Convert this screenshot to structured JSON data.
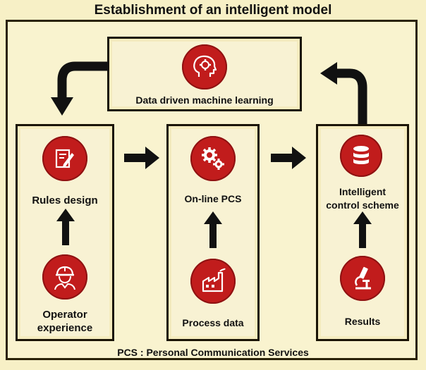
{
  "title": "Establishment of an intelligent model",
  "top_box": {
    "label": "Data driven machine learning",
    "icon": "brain-gear-icon"
  },
  "columns": [
    {
      "top_label": "Rules design",
      "top_icon": "edit-document-icon",
      "bottom_label_lines": [
        "Operator",
        "experience"
      ],
      "bottom_icon": "worker-helmet-icon"
    },
    {
      "top_label": "On-line PCS",
      "top_icon": "gears-icon",
      "bottom_label_lines": [
        "Process data"
      ],
      "bottom_icon": "factory-icon"
    },
    {
      "top_label_lines": [
        "Intelligent",
        "control scheme"
      ],
      "top_icon": "database-icon",
      "bottom_label_lines": [
        "Results"
      ],
      "bottom_icon": "microscope-icon"
    }
  ],
  "footer": "PCS : Personal Communication Services",
  "colors": {
    "accent_red": "#c11c1c",
    "background": "#f7f0c6",
    "border": "#1a1406"
  }
}
